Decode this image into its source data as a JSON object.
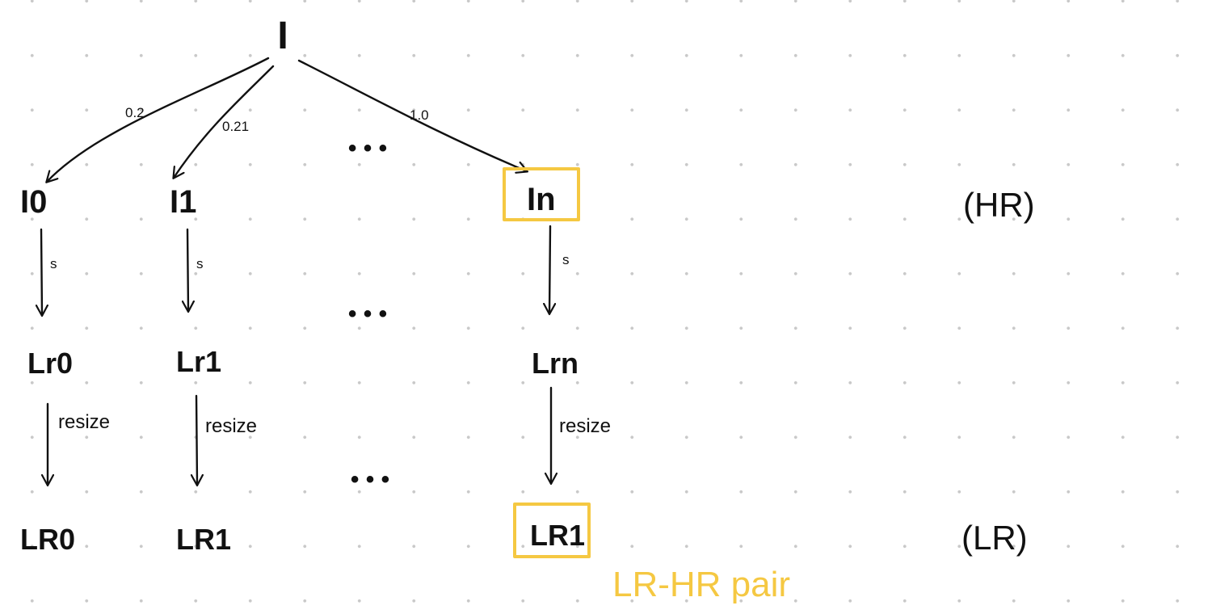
{
  "root": {
    "label": "I"
  },
  "edge_weights": {
    "to_first": "0.2",
    "to_second": "0.21",
    "to_last": "1.0"
  },
  "hr_row": {
    "first": "I0",
    "second": "I1",
    "last": "In",
    "level_label": "(HR)"
  },
  "lr_small_row": {
    "first": "Lr0",
    "second": "Lr1",
    "last": "Lrn"
  },
  "lr_row": {
    "first": "LR0",
    "second": "LR1",
    "last": "LR1",
    "level_label": "(LR)"
  },
  "arrow_labels": {
    "downscale": "s",
    "resize": "resize"
  },
  "ellipsis": "• • •",
  "highlight": {
    "color": "#f5c842",
    "note": "LR-HR pair"
  }
}
